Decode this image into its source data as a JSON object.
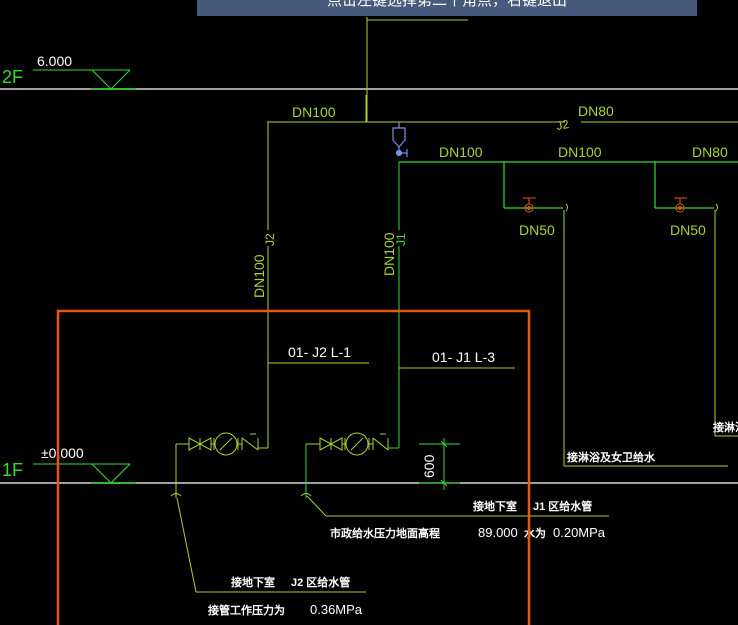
{
  "command_prompt": {
    "text": "点击左键选择第二个角点，右键退出"
  },
  "floors": [
    {
      "name": "2F",
      "elevation": "6.000"
    },
    {
      "name": "1F",
      "elevation": "±0.000"
    }
  ],
  "pipe_labels": {
    "main_left": "DN100",
    "main_right": "DN80",
    "branch_1": "DN100",
    "branch_2": "DN100",
    "branch_3": "DN80",
    "sub_1": "DN50",
    "sub_2": "DN50",
    "riser_left": "DN100",
    "riser_right": "DN100",
    "marker_j2_top": "J2",
    "marker_j2_riser": "J2",
    "marker_j1_riser": "J1"
  },
  "riser_tags": {
    "left": "01- J2 L-1",
    "right": "01- J1 L-3"
  },
  "dimension": {
    "height": "600"
  },
  "annotations": {
    "shower_supply": "接淋浴及女卫给水",
    "shower_supply_cut": "接淋浴",
    "j1_title_a": "接地下室",
    "j1_title_b": "J1 区给水管",
    "j1_pressure_label": "市政给水压力地面高程",
    "j1_value": "89.000",
    "j1_value_b": "水为",
    "j1_pressure": "0.20MPa",
    "j2_title_a": "接地下室",
    "j2_title_b": "J2 区给水管",
    "j2_pressure_label": "接管工作压力为",
    "j2_pressure": "0.36MPa"
  },
  "colors": {
    "background": "#000000",
    "pipe_green": "#a8d430",
    "pipe_bright": "#33dd33",
    "selection_orange": "#e8560f",
    "fixture_blue": "#7a8fe8",
    "valve_red": "#e8560f",
    "floor_line": "#ffffff",
    "banner": "#475a7b"
  }
}
